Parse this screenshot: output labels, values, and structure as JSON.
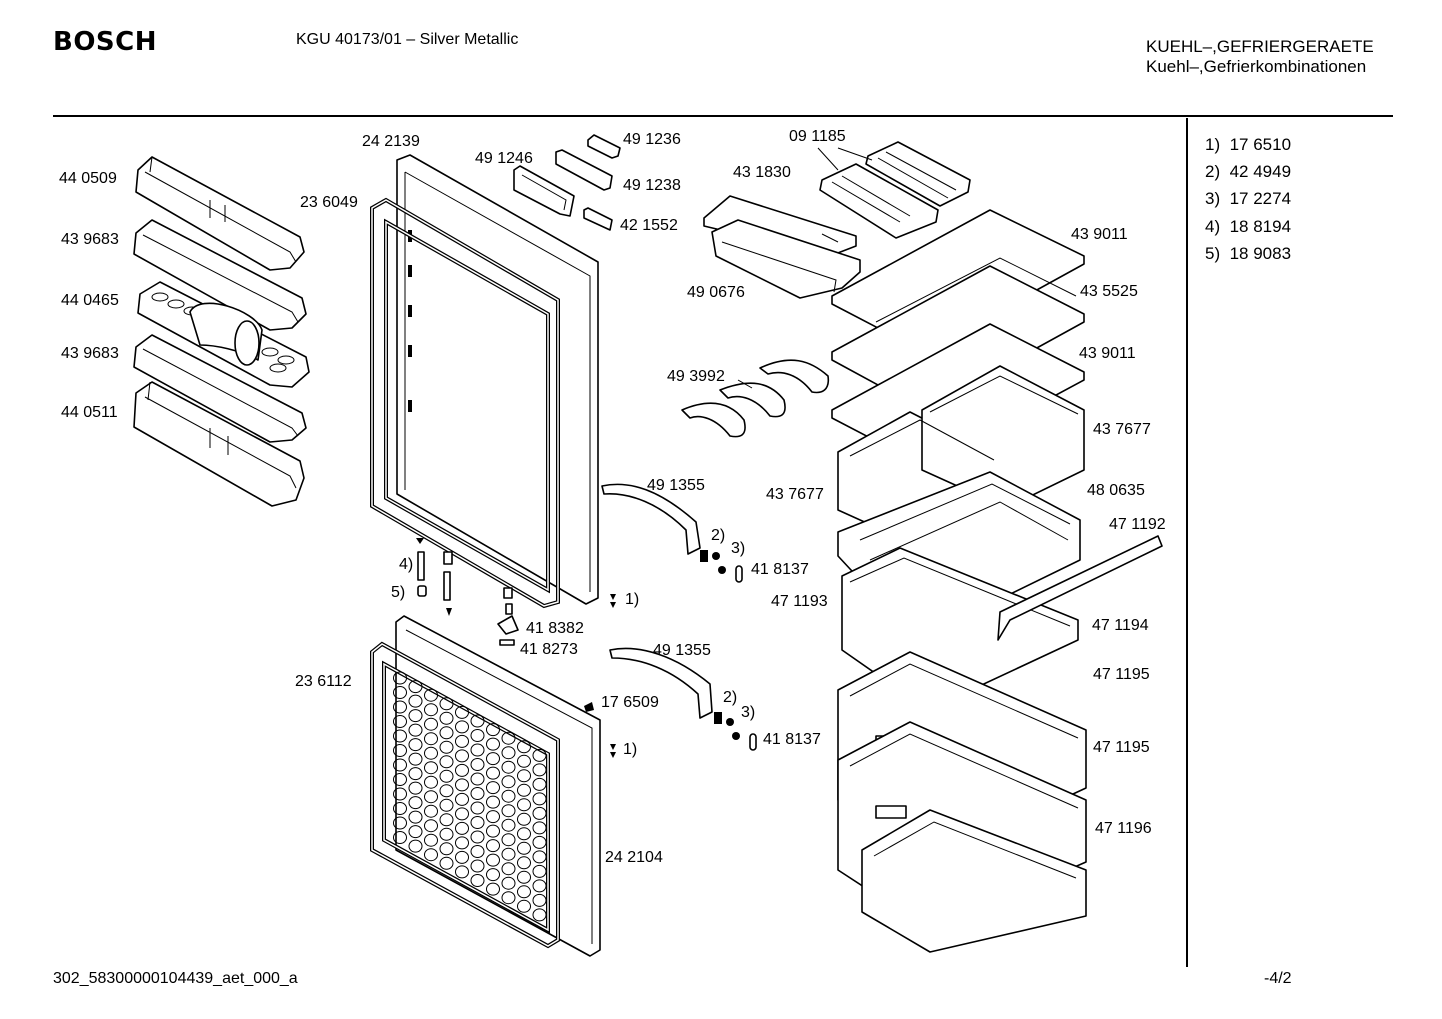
{
  "header": {
    "logo": "BOSCH",
    "model": "KGU 40173/01 – Silver Metallic",
    "category_line1": "KUEHL–,GEFRIERGERAETE",
    "category_line2": "Kuehl–,Gefrierkombinationen"
  },
  "notes": [
    {
      "key": "1)",
      "part": "17 6510"
    },
    {
      "key": "2)",
      "part": "42 4949"
    },
    {
      "key": "3)",
      "part": "17 2274"
    },
    {
      "key": "4)",
      "part": "18 8194"
    },
    {
      "key": "5)",
      "part": "18 9083"
    }
  ],
  "part_labels": {
    "door_bin_top": "44 0509",
    "door_bin_2": "43 9683",
    "egg_tray_bin": "44 0465",
    "door_bin_4": "43 9683",
    "door_bin_bottom": "44 0511",
    "door_frame": "24 2139",
    "upper_gasket": "23 6049",
    "handle_cover": "49 1246",
    "trim_strip": "49 1236",
    "handle_grip": "49 1238",
    "label_plate": "42 1552",
    "ice_trays": "09 1185",
    "upper_drawer_lid": "43 1830",
    "upper_drawer": "49 0676",
    "glass_shelf_1": "43 9011",
    "glass_shelf_2": "43 5525",
    "glass_shelf_3": "43 9011",
    "bottle_rack": "49 3992",
    "crisper_right": "43 7677",
    "crisper_left": "43 7677",
    "crisper_cover": "48 0635",
    "upper_handle": "49 1355",
    "upper_hinge_cover": "41 8137",
    "upper_screw_ref": "1)",
    "upper_ref_2": "2)",
    "upper_ref_3": "3)",
    "pin_ref_4": "4)",
    "bush_ref_5": "5)",
    "hinge_bracket": "41 8382",
    "hinge_pin": "41 8273",
    "lower_handle": "49 1355",
    "clip": "17 6509",
    "lower_ref_2": "2)",
    "lower_ref_3": "3)",
    "lower_hinge_cover": "41 8137",
    "lower_screw_ref": "1)",
    "lower_gasket": "23 6112",
    "lower_door": "24 2104",
    "freezer_rail": "47 1192",
    "freezer_tray": "47 1193",
    "freezer_shelf": "47 1194",
    "freezer_drawer_1": "47 1195",
    "freezer_drawer_2": "47 1195",
    "freezer_drawer_3": "47 1196"
  },
  "footer": {
    "drawing_id": "302_58300000104439_aet_000_a",
    "page": "-4/2"
  }
}
